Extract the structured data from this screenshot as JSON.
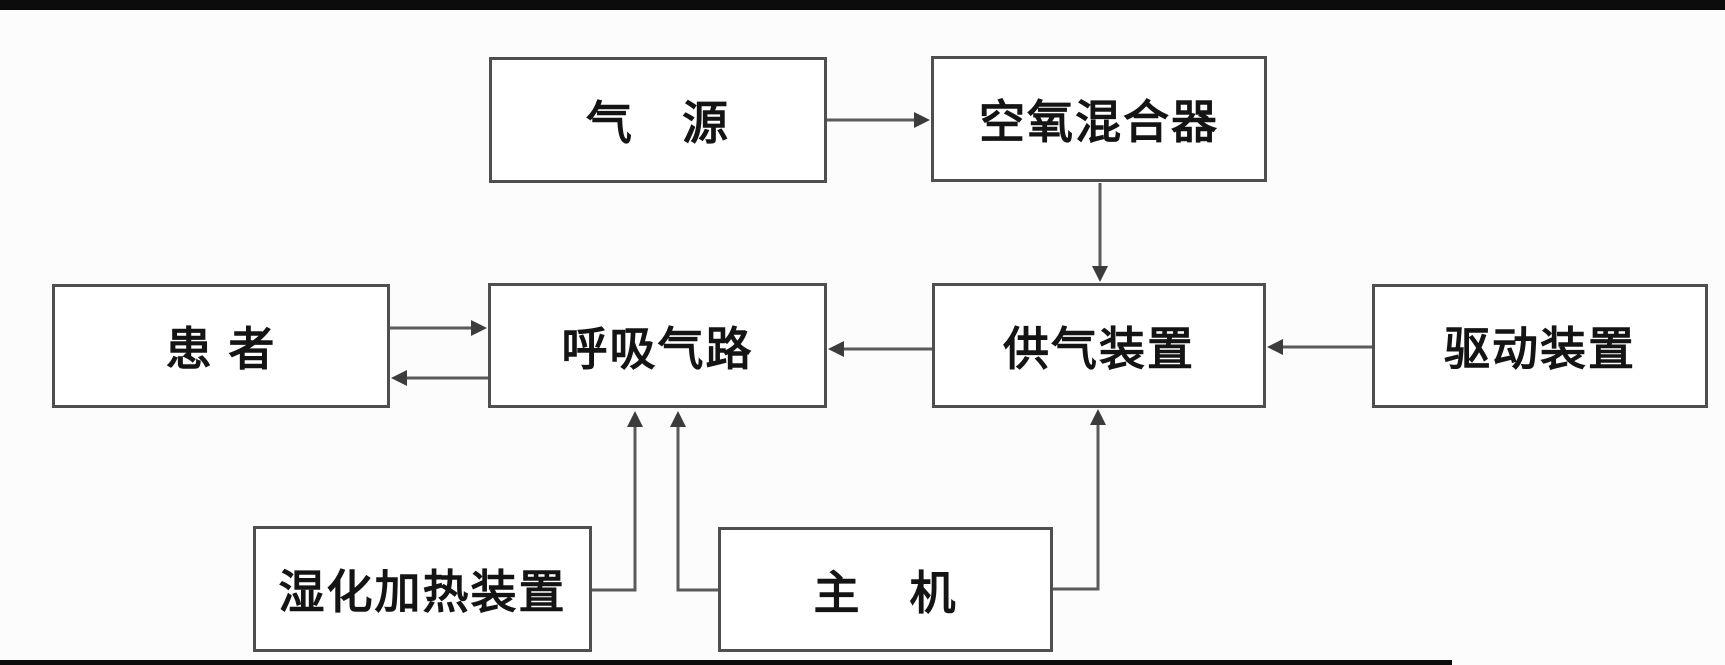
{
  "diagram": {
    "type": "block-diagram",
    "language": "zh-CN",
    "boxes": [
      {
        "id": "gas-source",
        "label": "气　源"
      },
      {
        "id": "air-oxygen-mixer",
        "label": "空氧混合器"
      },
      {
        "id": "patient",
        "label": "患 者"
      },
      {
        "id": "breathing-circuit",
        "label": "呼吸气路"
      },
      {
        "id": "gas-supply-device",
        "label": "供气装置"
      },
      {
        "id": "drive-device",
        "label": "驱动装置"
      },
      {
        "id": "humidifier-heater",
        "label": "湿化加热装置"
      },
      {
        "id": "main-unit",
        "label": "主　机"
      }
    ],
    "edges": [
      {
        "from": "gas-source",
        "to": "air-oxygen-mixer",
        "style": "arrow-right"
      },
      {
        "from": "air-oxygen-mixer",
        "to": "gas-supply-device",
        "style": "arrow-down"
      },
      {
        "from": "gas-supply-device",
        "to": "breathing-circuit",
        "style": "arrow-left"
      },
      {
        "from": "drive-device",
        "to": "gas-supply-device",
        "style": "arrow-left"
      },
      {
        "from": "patient",
        "to": "breathing-circuit",
        "style": "arrow-right"
      },
      {
        "from": "breathing-circuit",
        "to": "patient",
        "style": "arrow-left"
      },
      {
        "from": "humidifier-heater",
        "to": "breathing-circuit",
        "style": "elbow-up"
      },
      {
        "from": "main-unit",
        "to": "breathing-circuit",
        "style": "elbow-up"
      },
      {
        "from": "main-unit",
        "to": "gas-supply-device",
        "style": "elbow-up"
      }
    ],
    "colors": {
      "box_border": "#4f4f4f",
      "box_fill": "#ffffff",
      "line": "#5a5a5a",
      "arrowhead": "#3c3c3c",
      "text": "#141414",
      "background": "#fcfcfc",
      "top_bar": "#0c0c0c"
    }
  }
}
